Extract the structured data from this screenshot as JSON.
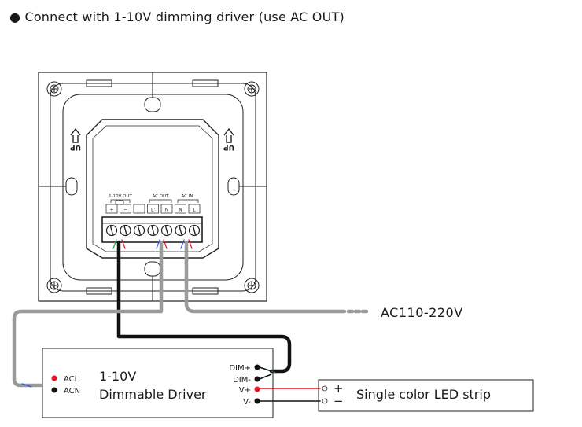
{
  "heading": "● Connect with 1-10V dimming driver (use AC OUT)",
  "panel": {
    "up_label": "UP",
    "terminal_groups": [
      "1-10V OUT",
      "AC OUT",
      "AC IN"
    ],
    "terminals": [
      "+",
      "−",
      "",
      "L'",
      "N",
      "N",
      "L"
    ]
  },
  "supply": {
    "label": "AC110-220V"
  },
  "driver": {
    "title_line1": "1-10V",
    "title_line2": "Dimmable Driver",
    "left_terminals": [
      "ACL",
      "ACN"
    ],
    "right_terminals": [
      "DIM+",
      "DIM-",
      "V+",
      "V-"
    ]
  },
  "led_strip": {
    "label": "Single color LED strip",
    "plus": "+",
    "minus": "−"
  },
  "colors": {
    "wire_black": "#111111",
    "wire_gray": "#9a9a9a",
    "wire_red": "#e0141e",
    "wire_green": "#2e9a3c",
    "wire_blue": "#2a5bd8"
  }
}
